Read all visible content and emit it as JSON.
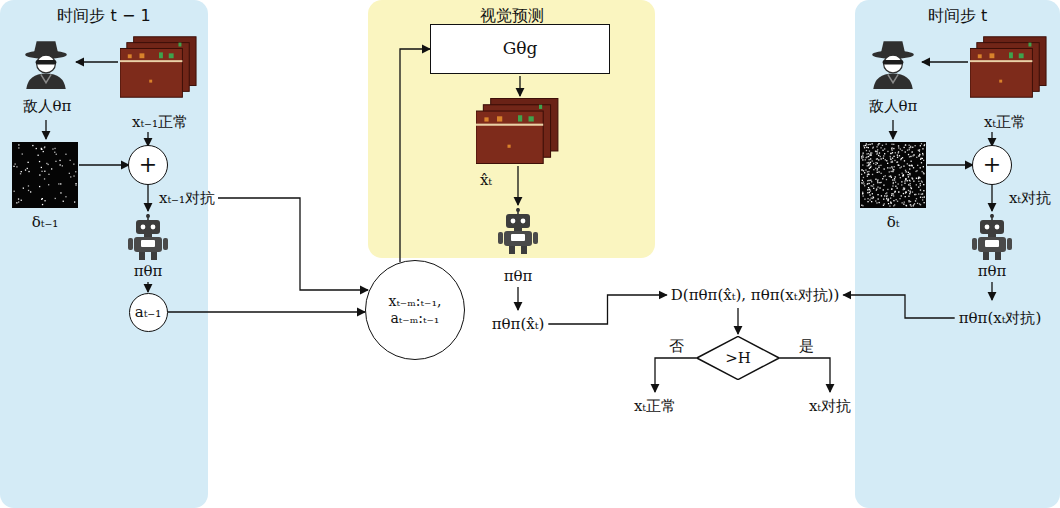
{
  "diagram": {
    "nodes": [
      {
        "text": [
          "时间步 t − 1"
        ]
      },
      {
        "text": [
          "+"
        ],
        "in": 0
      },
      {
        "text": [
          "aₜ₋₁"
        ],
        "in": 0
      },
      {
        "text": [
          "视觉预测"
        ]
      },
      {
        "text": [
          "Gθg"
        ],
        "in": 3
      },
      {
        "text": [
          "xₜ₋ₘ:ₜ₋₁, aₜ₋ₘ:ₜ₋₁"
        ]
      },
      {
        "text": [
          "时间步 t"
        ]
      },
      {
        "text": [
          "+"
        ],
        "in": 6
      },
      {
        "text": [
          ">H"
        ]
      }
    ],
    "edges": [
      {
        "from": 2,
        "to": 5,
        "arrow": "to"
      },
      {
        "from": 5,
        "to": 4,
        "arrow": "to"
      }
    ],
    "labels": [
      "敌人θπ",
      "xₜ₋₁正常",
      "δₜ₋₁",
      "xₜ₋₁对抗",
      "πθπ",
      "x̂ₜ",
      "πθπ",
      "πθπ(x̂ₜ)",
      "D(πθπ(x̂ₜ), πθπ(xₜ对抗))",
      "否",
      "是",
      "xₜ正常",
      "xₜ对抗",
      "敌人θπ",
      "xₜ正常",
      "δₜ",
      "xₜ对抗",
      "πθπ",
      "πθπ(xₜ对抗)"
    ]
  }
}
